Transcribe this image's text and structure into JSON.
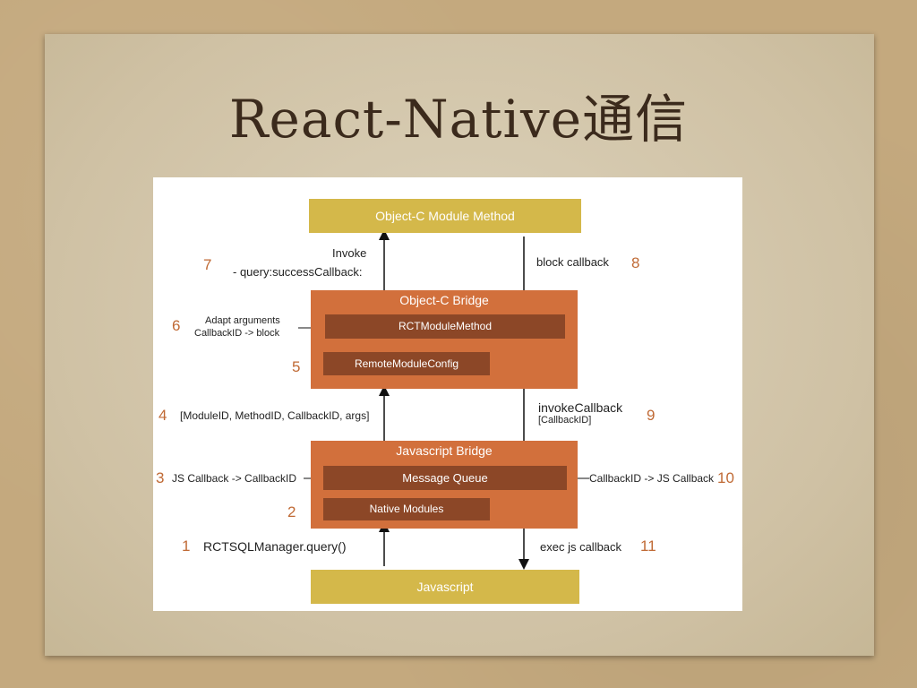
{
  "slide": {
    "title": "React-Native通信"
  },
  "diagram": {
    "boxes": {
      "objc_module_method": "Object-C Module Method",
      "objc_bridge": "Object-C Bridge",
      "rct_module_method": "RCTModuleMethod",
      "remote_module_config": "RemoteModuleConfig",
      "js_bridge": "Javascript Bridge",
      "message_queue": "Message Queue",
      "native_modules": "Native Modules",
      "javascript": "Javascript"
    },
    "labels": {
      "invoke": "Invoke",
      "query_success": "- query:successCallback:",
      "block_callback": "block callback",
      "adapt_arguments": "Adapt arguments",
      "callbackid_block": "CallbackID -> block",
      "module_args": "[ModuleID, MethodID, CallbackID, args]",
      "invoke_callback": "invokeCallback",
      "callbackid_bracket": "[CallbackID]",
      "js_callback_to_id": "JS Callback -> CallbackID",
      "id_to_js_callback": "CallbackID -> JS Callback",
      "rctsql_query": "RCTSQLManager.query()",
      "exec_js_callback": "exec js callback"
    },
    "steps": {
      "s1": "1",
      "s2": "2",
      "s3": "3",
      "s4": "4",
      "s5": "5",
      "s6": "6",
      "s7": "7",
      "s8": "8",
      "s9": "9",
      "s10": "10",
      "s11": "11"
    }
  }
}
